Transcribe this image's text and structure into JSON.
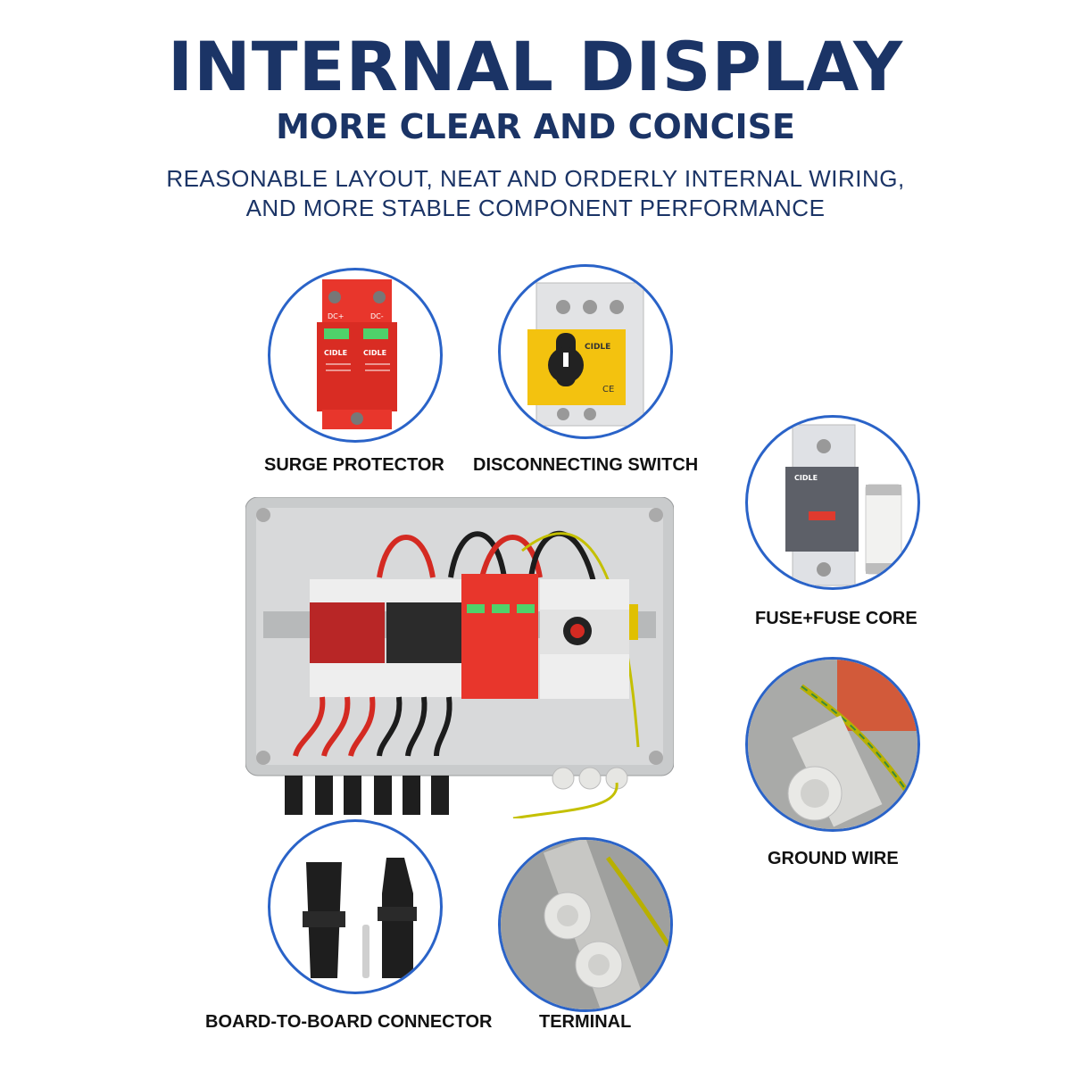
{
  "header": {
    "title": "INTERNAL DISPLAY",
    "subtitle": "MORE CLEAR AND CONCISE",
    "desc_line1": "REASONABLE LAYOUT, NEAT AND ORDERLY INTERNAL WIRING,",
    "desc_line2": "AND MORE STABLE COMPONENT PERFORMANCE"
  },
  "components": {
    "surge_protector": "SURGE PROTECTOR",
    "disconnecting_switch": "DISCONNECTING SWITCH",
    "fuse": "FUSE+FUSE CORE",
    "ground_wire": "GROUND WIRE",
    "connector": "BOARD-TO-BOARD CONNECTOR",
    "terminal": "TERMINAL"
  },
  "product_text": {
    "brand": "CIDLE",
    "dc_plus": "DC+",
    "dc_minus": "DC-",
    "ce": "CE"
  },
  "colors": {
    "title": "#1b3466",
    "circle_border": "#2a63c8",
    "surge_red": "#e8362c",
    "switch_yellow": "#f3c20f",
    "enclosure_gray": "#c9cbcc"
  }
}
